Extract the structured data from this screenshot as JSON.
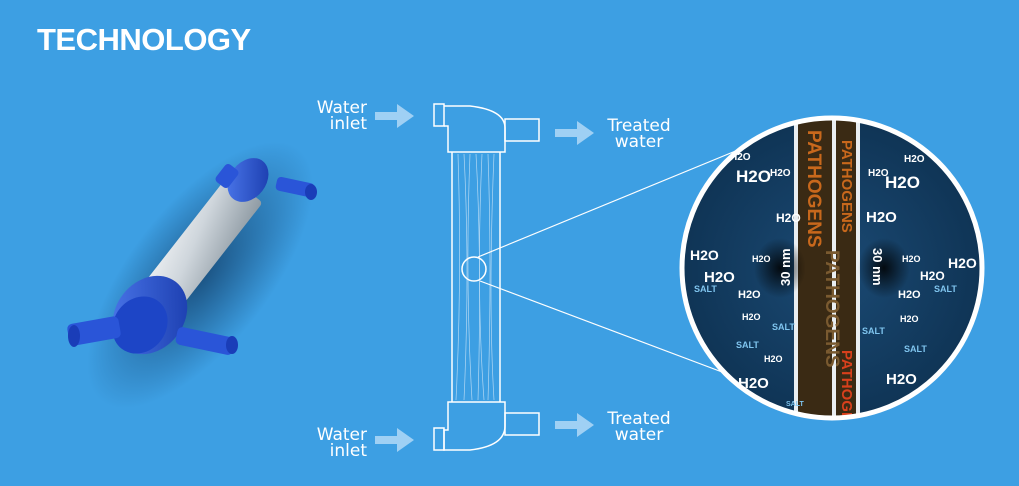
{
  "page": {
    "title": "TECHNOLOGY"
  },
  "labels": {
    "top_inlet": [
      "Water",
      "inlet"
    ],
    "bottom_inlet": [
      "Water",
      "inlet"
    ],
    "top_outlet": [
      "Treated",
      "water"
    ],
    "bottom_outlet": [
      "Treated",
      "water"
    ]
  },
  "zoom": {
    "pore_size": "30 nm",
    "molecule": "H2O",
    "salt": "SALT",
    "pathogens": "PATHOGENS"
  },
  "colors": {
    "background": "#3d9fe3",
    "cartridge_blue": "#1f4fd6",
    "zoom_bg": "#143e63",
    "pathogen_band": "#3a2a14"
  }
}
